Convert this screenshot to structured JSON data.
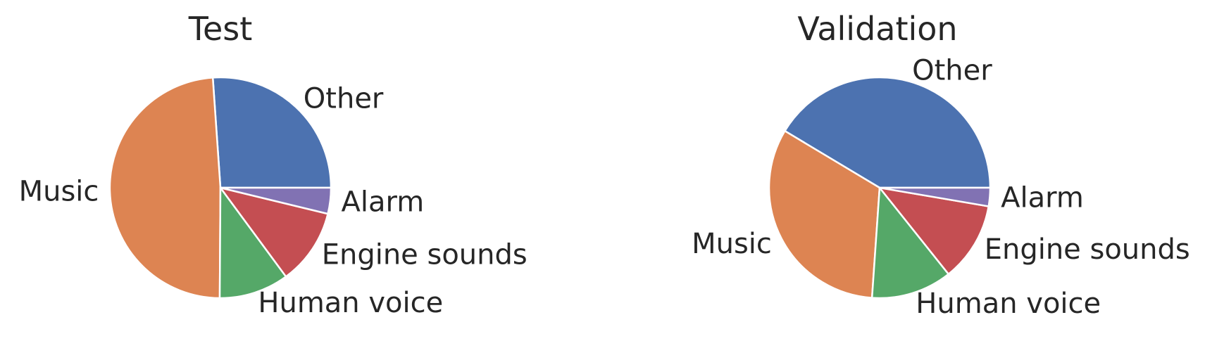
{
  "colors": {
    "Other": "#4c72b0",
    "Music": "#dd8452",
    "Human voice": "#55a868",
    "Engine sounds": "#c44e52",
    "Alarm": "#8172b3",
    "label_text": "#262626",
    "background": "#ffffff"
  },
  "chart_data": [
    {
      "type": "pie",
      "title": "Test",
      "start_angle_deg": 0,
      "direction": "counterclockwise",
      "categories": [
        "Other",
        "Music",
        "Human voice",
        "Engine sounds",
        "Alarm"
      ],
      "values": [
        26.1,
        48.8,
        10.2,
        11.1,
        3.8
      ]
    },
    {
      "type": "pie",
      "title": "Validation",
      "start_angle_deg": 0,
      "direction": "counterclockwise",
      "categories": [
        "Other",
        "Music",
        "Human voice",
        "Engine sounds",
        "Alarm"
      ],
      "values": [
        41.4,
        32.5,
        11.8,
        11.6,
        2.7
      ]
    }
  ]
}
